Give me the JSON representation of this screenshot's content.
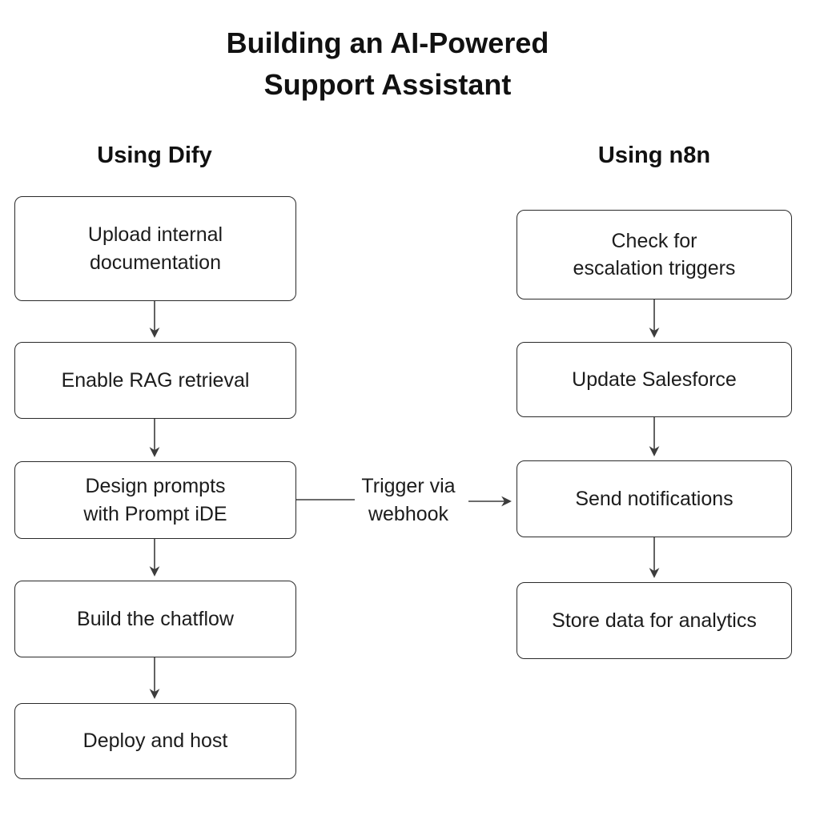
{
  "title": {
    "text": "Building an AI-Powered Support Assistant"
  },
  "columns": [
    {
      "header": "Using Dify",
      "steps": [
        "Upload internal\ndocumentation",
        "Enable RAG retrieval",
        "Design prompts\nwith Prompt iDE",
        "Build the chatflow",
        "Deploy and host"
      ]
    },
    {
      "header": "Using n8n",
      "steps": [
        "Check for\nescalation triggers",
        "Update Salesforce",
        "Send notifications",
        "Store data for analytics"
      ]
    }
  ],
  "connector": {
    "label": "Trigger via\nwebhook"
  },
  "colors": {
    "background": "#ffffff",
    "box_border": "#2a2a2a",
    "text": "#1c1c1c",
    "arrow": "#3c3c3c"
  }
}
